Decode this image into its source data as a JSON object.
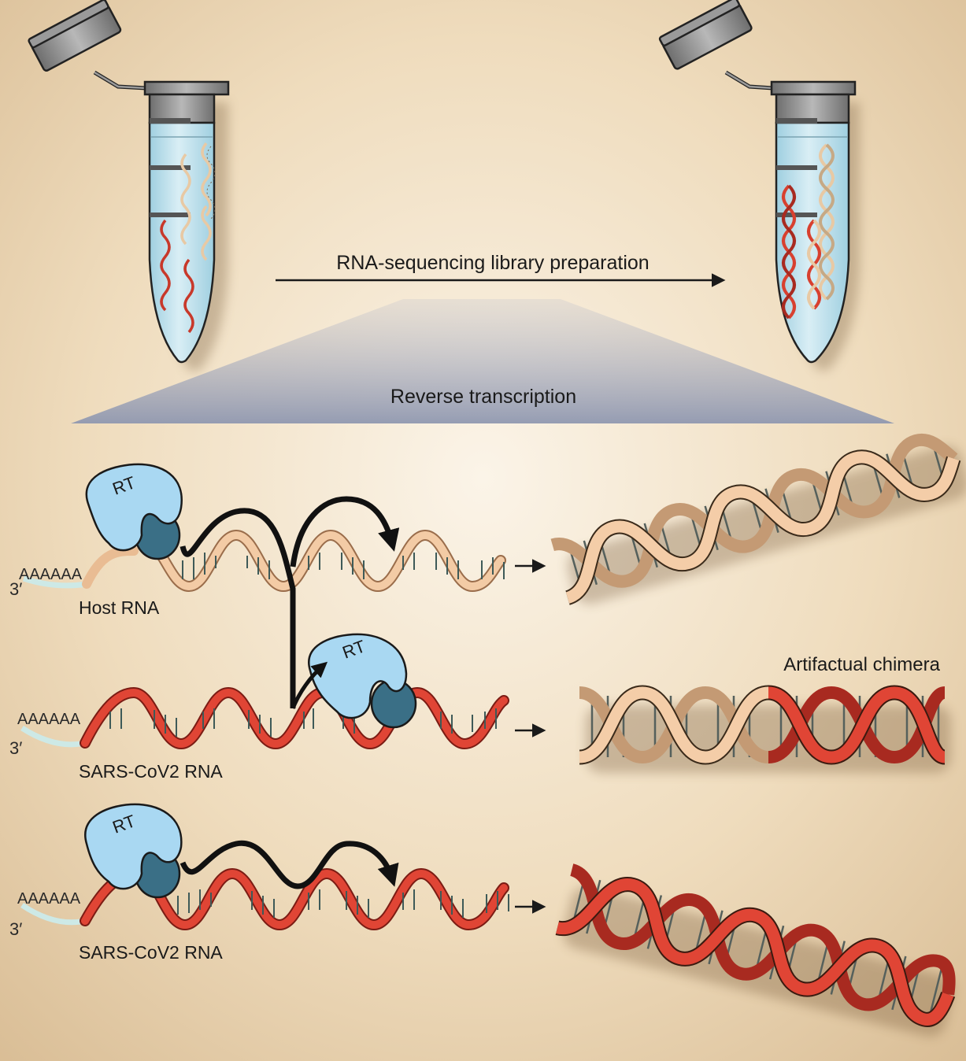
{
  "labels": {
    "library_prep": "RNA-sequencing library preparation",
    "reverse_transcription": "Reverse transcription",
    "artifactual_chimera": "Artifactual chimera",
    "host_rna": "Host RNA",
    "sars_rna_1": "SARS-CoV2 RNA",
    "sars_rna_2": "SARS-CoV2 RNA",
    "rt": "RT",
    "poly_a": "AAAAAA",
    "three_prime": "3′"
  },
  "colors": {
    "background_center": "#f7efe2",
    "background_edge": "#dcc29b",
    "tube_liquid": "#bfe1ee",
    "tube_cap": "#8c8c8c",
    "host_strand": "#efc49a",
    "viral_strand": "#d8402f",
    "rt_enzyme": "#a9d8f2",
    "arrow": "#1a1a1a",
    "funnel": "#9aa0b4"
  },
  "icons": [
    "tube-icon",
    "rt-enzyme-icon",
    "rna-strand-icon",
    "dna-helix-icon",
    "arrow-icon"
  ]
}
